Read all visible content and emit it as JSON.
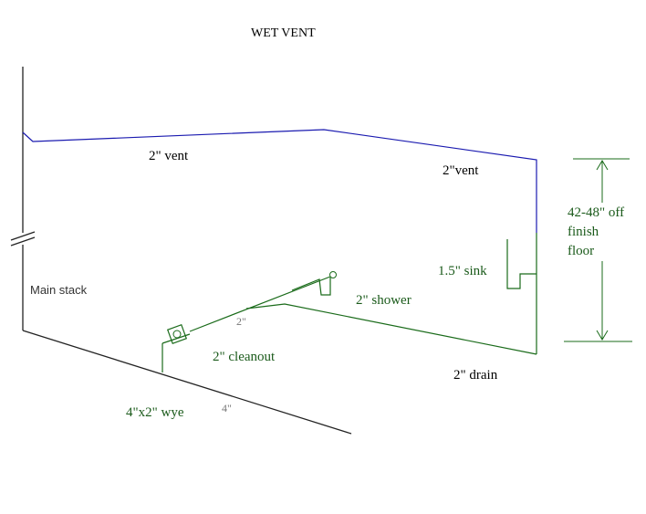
{
  "title": "WET VENT",
  "labels": {
    "vent_left": "2\" vent",
    "vent_right": "2\"vent",
    "height_line1": "42-48\" off",
    "height_line2": "finish",
    "height_line3": "floor",
    "sink": "1.5\" sink",
    "main_stack": "Main stack",
    "shower": "2\" shower",
    "pipe_2in": "2\"",
    "cleanout": "2\" cleanout",
    "drain": "2\" drain",
    "wye": "4\"x2\" wye",
    "pipe_4in": "4\""
  },
  "colors": {
    "vent": "#1a1ab0",
    "drain": "#1a6b1a",
    "stack": "#222222",
    "label_dark": "#000000",
    "label_green": "#1a5a1a",
    "label_gray": "#777777"
  }
}
